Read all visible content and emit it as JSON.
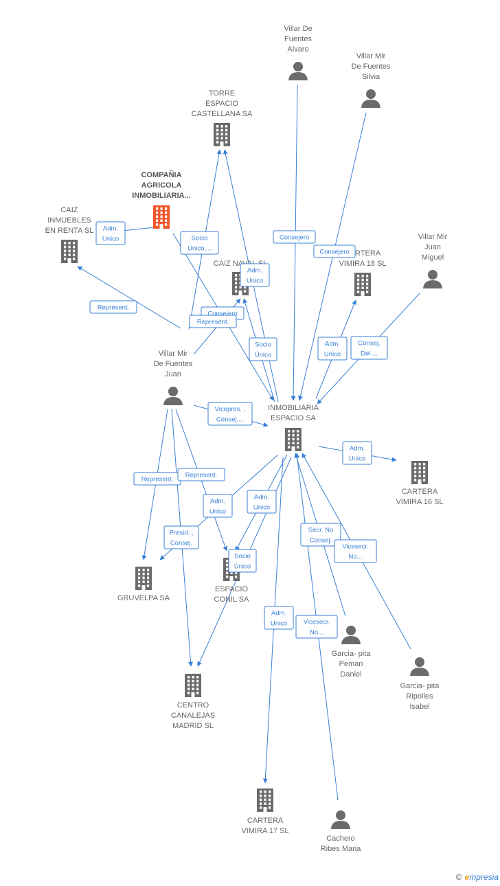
{
  "colors": {
    "edge": "#3a7fd5",
    "node": "#6b6b6b",
    "highlight": "#f0582a"
  },
  "nodes": [
    {
      "id": "villar_alvaro",
      "type": "person",
      "lines": [
        "Villar De",
        "Fuentes",
        "Alvaro"
      ]
    },
    {
      "id": "villar_silvia",
      "type": "person",
      "lines": [
        "Villar Mir",
        "De Fuentes",
        "Silvia"
      ]
    },
    {
      "id": "torre",
      "type": "company",
      "lines": [
        "TORRE",
        "ESPACIO",
        "CASTELLANA SA"
      ]
    },
    {
      "id": "compania",
      "type": "company",
      "highlight": true,
      "lines": [
        "COMPAÑIA",
        "AGRICOLA",
        "INMOBILIARIA..."
      ]
    },
    {
      "id": "caiz_inmuebles",
      "type": "company",
      "lines": [
        "CAIZ",
        "INMUEBLES",
        "EN RENTA SL"
      ]
    },
    {
      "id": "caiz_naval",
      "type": "company",
      "lines": [
        "CAIZ NAVAL SL"
      ]
    },
    {
      "id": "cartera18",
      "type": "company",
      "lines": [
        "CARTERA",
        "VIMIRA 18  SL"
      ]
    },
    {
      "id": "villar_miguel",
      "type": "person",
      "lines": [
        "Villar Mir",
        "Juan",
        "Miguel"
      ]
    },
    {
      "id": "villar_juan",
      "type": "person",
      "lines": [
        "Villar Mir",
        "De Fuentes",
        "Juan"
      ]
    },
    {
      "id": "inmobiliaria",
      "type": "company",
      "lines": [
        "INMOBILIARIA",
        "ESPACIO SA"
      ]
    },
    {
      "id": "cartera16",
      "type": "company",
      "lines": [
        "CARTERA",
        "VIMIRA 16 SL"
      ]
    },
    {
      "id": "gruvelpa",
      "type": "company",
      "lines": [
        "GRUVELPA SA"
      ]
    },
    {
      "id": "espacio_conil",
      "type": "company",
      "lines": [
        "ESPACIO",
        "CONIL SA"
      ]
    },
    {
      "id": "garcia_daniel",
      "type": "person",
      "lines": [
        "Garcia- pita",
        "Peman",
        "Daniel"
      ]
    },
    {
      "id": "garcia_isabel",
      "type": "person",
      "lines": [
        "Garcia- pita",
        "Ripolles",
        "Isabel"
      ]
    },
    {
      "id": "centro",
      "type": "company",
      "lines": [
        "CENTRO",
        "CANALEJAS",
        "MADRID  SL"
      ]
    },
    {
      "id": "cartera17",
      "type": "company",
      "lines": [
        "CARTERA",
        "VIMIRA 17  SL"
      ]
    },
    {
      "id": "cachero",
      "type": "person",
      "lines": [
        "Cachero",
        "Ribes Maria"
      ]
    }
  ],
  "edge_labels": [
    {
      "lines": [
        "Adm.",
        "Unico"
      ]
    },
    {
      "lines": [
        "Socio",
        "Único,..."
      ]
    },
    {
      "lines": [
        "Consejero"
      ]
    },
    {
      "lines": [
        "Consejero"
      ]
    },
    {
      "lines": [
        "Adm.",
        "Unico"
      ]
    },
    {
      "lines": [
        "Represent."
      ]
    },
    {
      "lines": [
        "Consejero"
      ]
    },
    {
      "lines": [
        "Represent."
      ]
    },
    {
      "lines": [
        "Socio",
        "Único"
      ]
    },
    {
      "lines": [
        "Adm.",
        "Unico"
      ]
    },
    {
      "lines": [
        "Consej.",
        "Del...."
      ]
    },
    {
      "lines": [
        "Vicepres. ,",
        "Consej...."
      ]
    },
    {
      "lines": [
        "Adm.",
        "Unico"
      ]
    },
    {
      "lines": [
        "Represent."
      ]
    },
    {
      "lines": [
        "Represent."
      ]
    },
    {
      "lines": [
        "Adm.",
        "Unico"
      ]
    },
    {
      "lines": [
        "Adm.",
        "Unico"
      ]
    },
    {
      "lines": [
        "Secr.  No",
        "Consej."
      ]
    },
    {
      "lines": [
        "Presid. ,",
        "Consej."
      ]
    },
    {
      "lines": [
        "Vicesecr.",
        "No..."
      ]
    },
    {
      "lines": [
        "Socio",
        "Único"
      ]
    },
    {
      "lines": [
        "Adm.",
        "Unico"
      ]
    },
    {
      "lines": [
        "Vicesecr.",
        "No..."
      ]
    }
  ],
  "brand": {
    "symbol": "©",
    "e": "e",
    "rest": "mpresia"
  }
}
